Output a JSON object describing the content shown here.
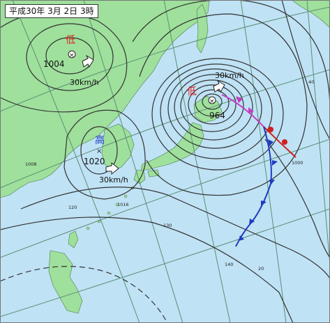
{
  "title": "平成30年 3月 2日 3時",
  "colors": {
    "sea": "#bfe2f5",
    "land": "#9fe09c",
    "isobar": "#333333",
    "grid": "#5a8f74",
    "cold_front": "#1f3bbf",
    "warm_front": "#d11f1f",
    "occluded_front": "#c43dc4",
    "low_label": "#e02020",
    "high_label": "#1f3bbf"
  },
  "pressure_systems": [
    {
      "kind_label": "低",
      "pressure": "1004",
      "speed": "30km/h",
      "type": "low"
    },
    {
      "kind_label": "高",
      "pressure": "1020",
      "speed": "30km/h",
      "type": "high"
    },
    {
      "kind_label": "低",
      "pressure": "964",
      "speed": "30km/h",
      "type": "low"
    }
  ],
  "grid_labels": [
    "140",
    "120",
    "130",
    "40",
    "20"
  ],
  "isobar_labels": [
    "1008",
    "1016",
    "1000"
  ]
}
